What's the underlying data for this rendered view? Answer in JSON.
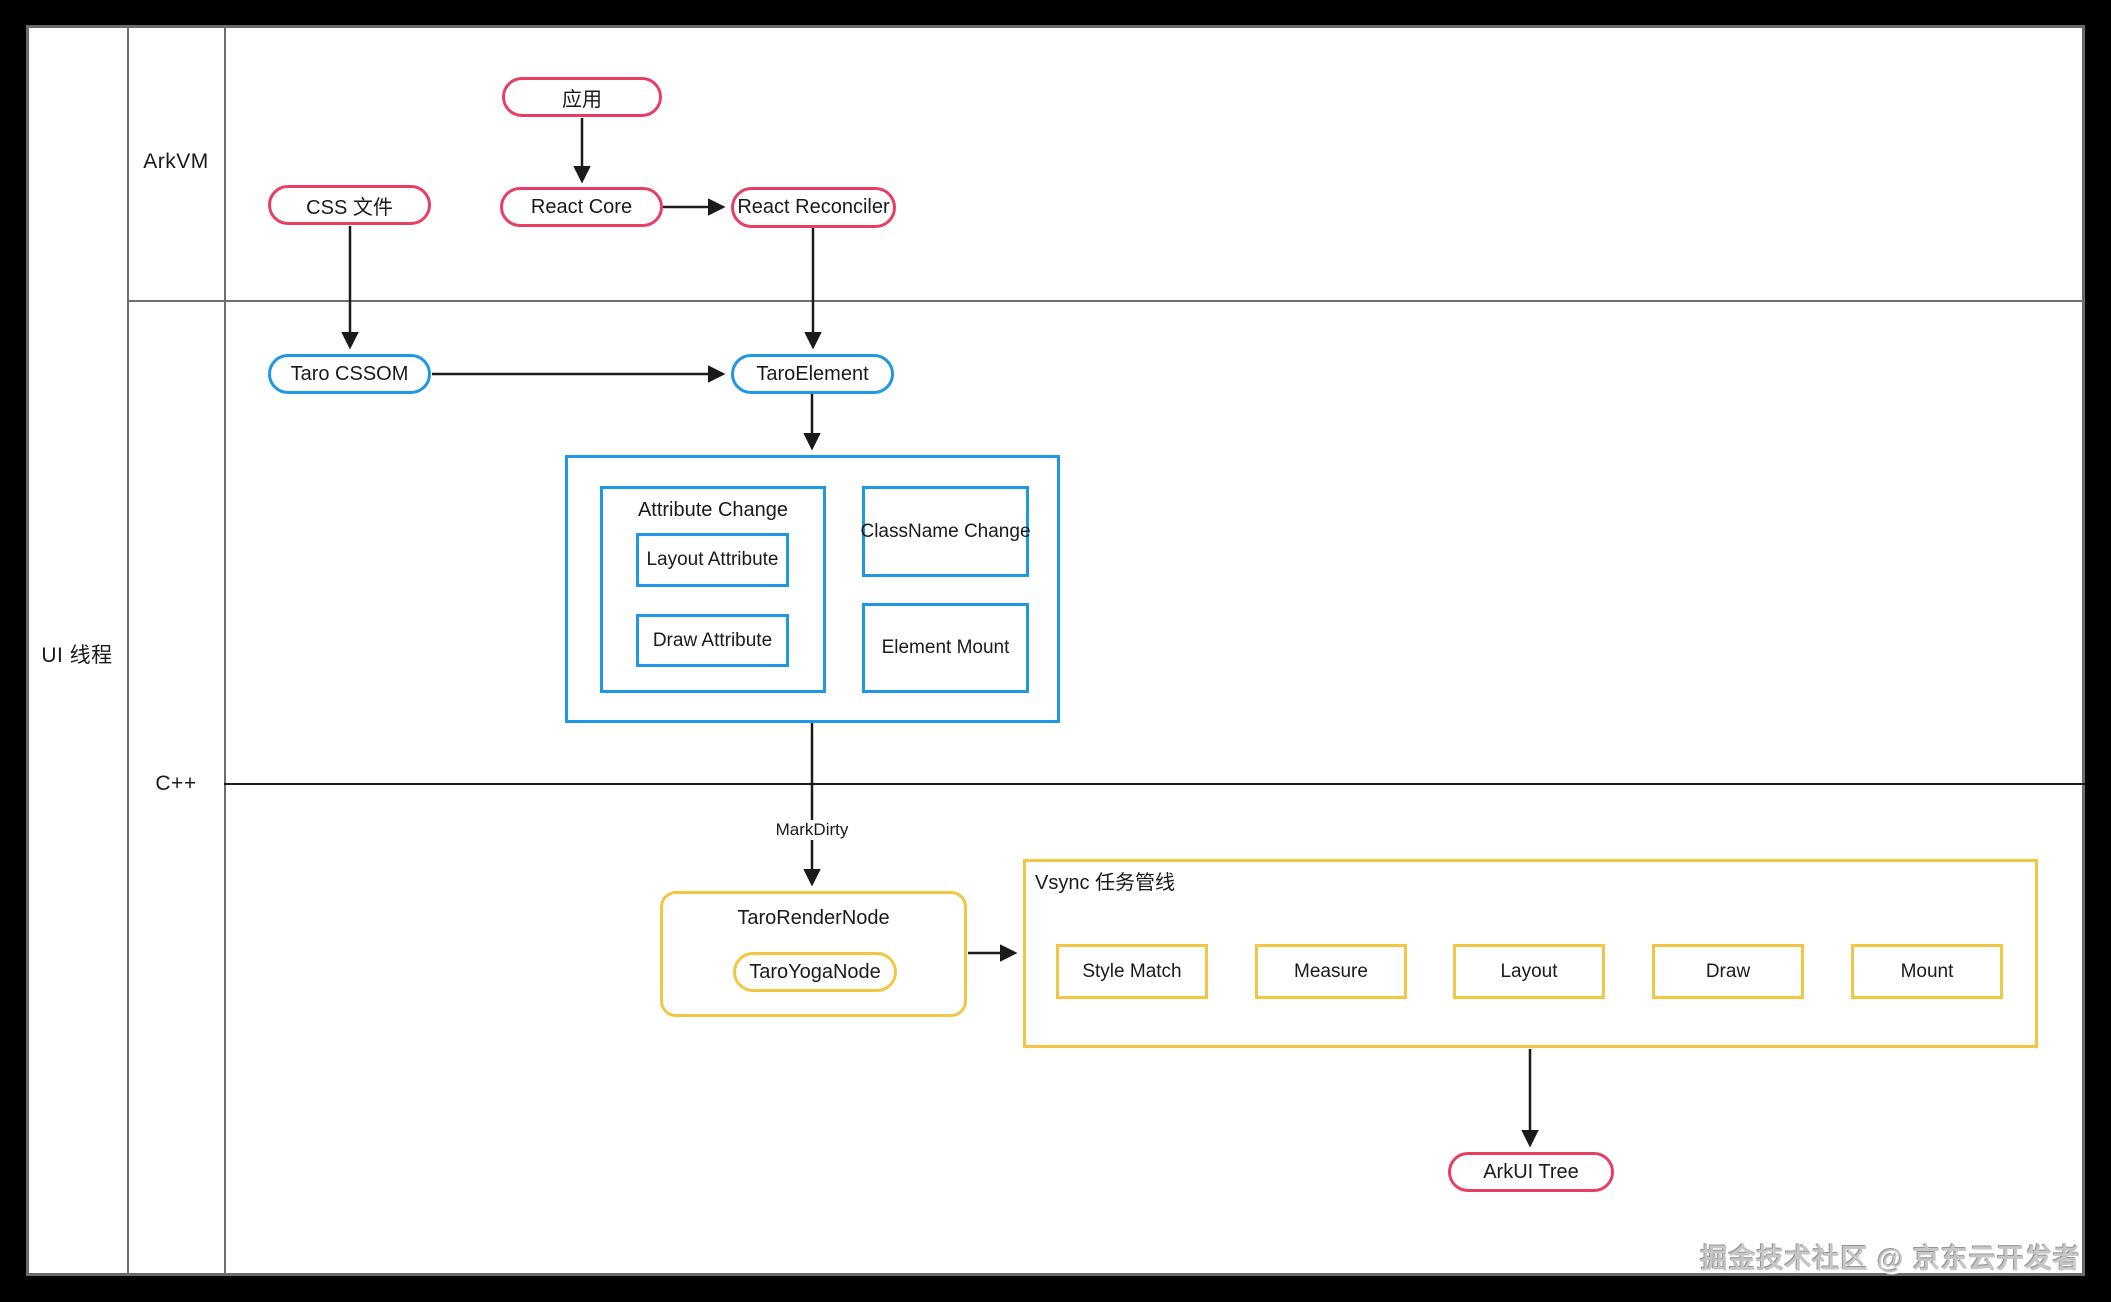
{
  "lanes": {
    "ui_thread_label": "UI 线程",
    "rows": [
      {
        "label": "ArkVM"
      },
      {
        "label": "C++"
      }
    ]
  },
  "nodes": {
    "app": "应用",
    "css_file": "CSS 文件",
    "react_core": "React Core",
    "react_reconciler": "React Reconciler",
    "taro_cssom": "Taro CSSOM",
    "taro_element": "TaroElement",
    "attribute_change": "Attribute Change",
    "layout_attribute": "Layout Attribute",
    "draw_attribute": "Draw Attribute",
    "classname_change": "ClassName Change",
    "element_mount": "Element Mount",
    "mark_dirty": "MarkDirty",
    "taro_render_node": "TaroRenderNode",
    "taro_yoga_node": "TaroYogaNode",
    "vsync_pipeline": "Vsync 任务管线",
    "style_match": "Style Match",
    "measure": "Measure",
    "layout": "Layout",
    "draw": "Draw",
    "mount": "Mount",
    "arkui_tree": "ArkUI Tree"
  },
  "watermark": "掘金技术社区 @ 京东云开发者",
  "colors": {
    "pink": "#e83e62",
    "blue": "#1e97e4",
    "yellow": "#f2c643",
    "line": "#1a1a1a",
    "lane_border": "#6e6e6e",
    "watermark": "#c6c6c6"
  }
}
